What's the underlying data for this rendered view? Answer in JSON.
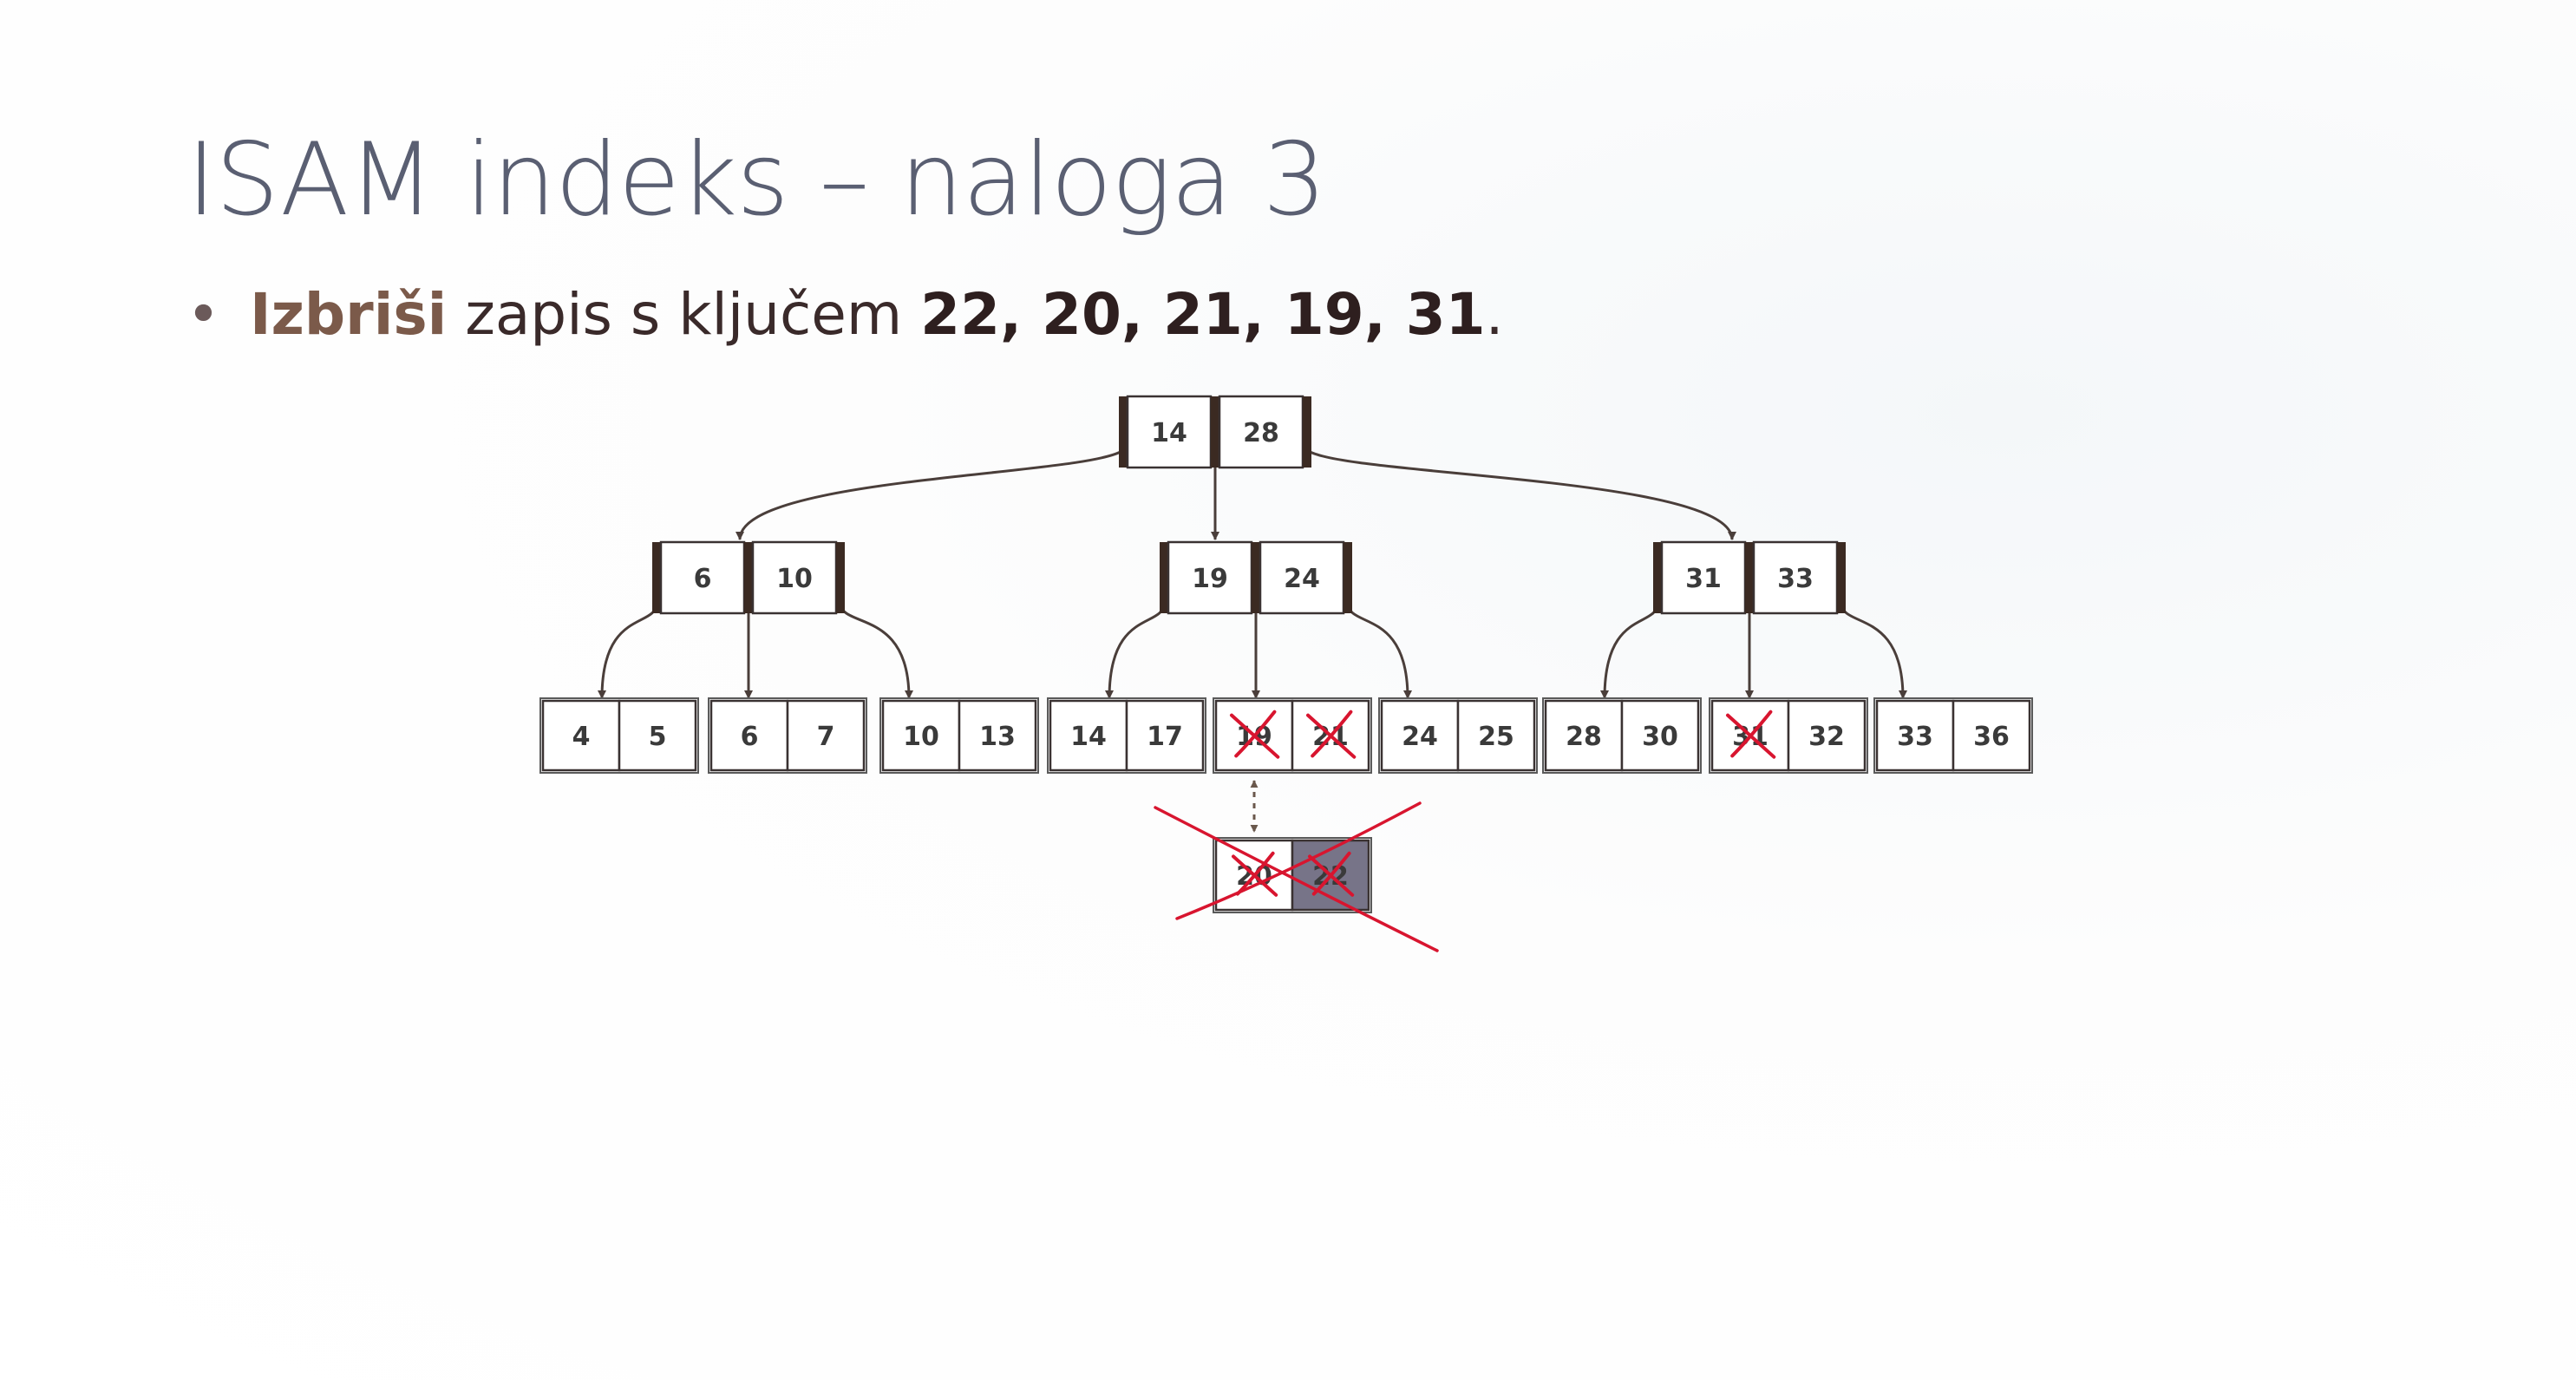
{
  "slide": {
    "title": "ISAM indeks – naloga 3",
    "bullet": {
      "symbol": "•",
      "keyword": "Izbriši",
      "text": " zapis s ključem ",
      "keys": "22, 20, 21, 19, 31",
      "end": "."
    }
  },
  "tree": {
    "root": [
      "14",
      "28"
    ],
    "index_nodes": [
      [
        "6",
        "10"
      ],
      [
        "19",
        "24"
      ],
      [
        "31",
        "33"
      ]
    ],
    "leaves": [
      [
        "4",
        "5"
      ],
      [
        "6",
        "7"
      ],
      [
        "10",
        "13"
      ],
      [
        "14",
        "17"
      ],
      [
        "19",
        "21"
      ],
      [
        "24",
        "25"
      ],
      [
        "28",
        "30"
      ],
      [
        "31",
        "32"
      ],
      [
        "33",
        "36"
      ]
    ],
    "overflow_page": [
      "20",
      "22"
    ],
    "deleted_entries": [
      {
        "leaf": 4,
        "slot": 0
      },
      {
        "leaf": 4,
        "slot": 1
      },
      {
        "leaf": 7,
        "slot": 0
      }
    ],
    "overflow_page_deleted": true,
    "colors": {
      "node_border": "#3a3232",
      "node_bar": "#3b2a22",
      "edge": "#4a3e3a",
      "strike": "#d8152f",
      "overflow_fill": "#777488"
    }
  }
}
